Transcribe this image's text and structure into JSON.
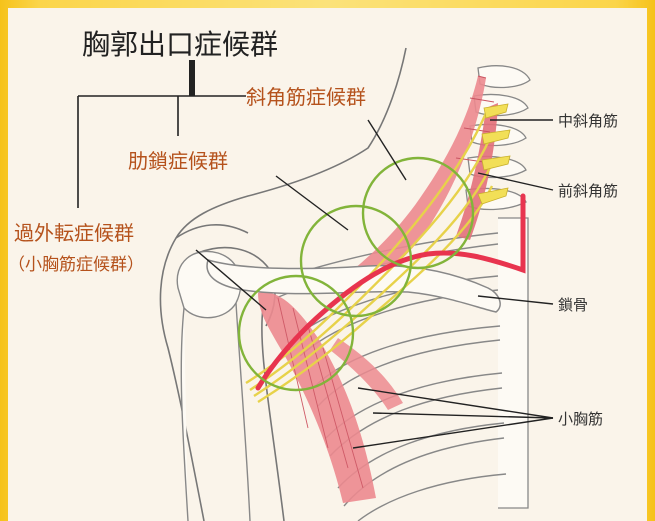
{
  "title": "胸郭出口症候群",
  "syndromes": {
    "scalene": "斜角筋症候群",
    "costoclavicular": "肋鎖症候群",
    "hyperabduction": "過外転症候群",
    "hyperabduction_sub": "（小胸筋症候群）"
  },
  "anatomy": {
    "middle_scalene": "中斜角筋",
    "anterior_scalene": "前斜角筋",
    "clavicle": "鎖骨",
    "pectoralis_minor": "小胸筋"
  },
  "colors": {
    "background": "#faf4ea",
    "frame": "#f6c21a",
    "muscle": "#ec8a8f",
    "nerve": "#e7d24a",
    "artery": "#e8344e",
    "circle": "#82b43a",
    "label_orange": "#b5521c"
  }
}
